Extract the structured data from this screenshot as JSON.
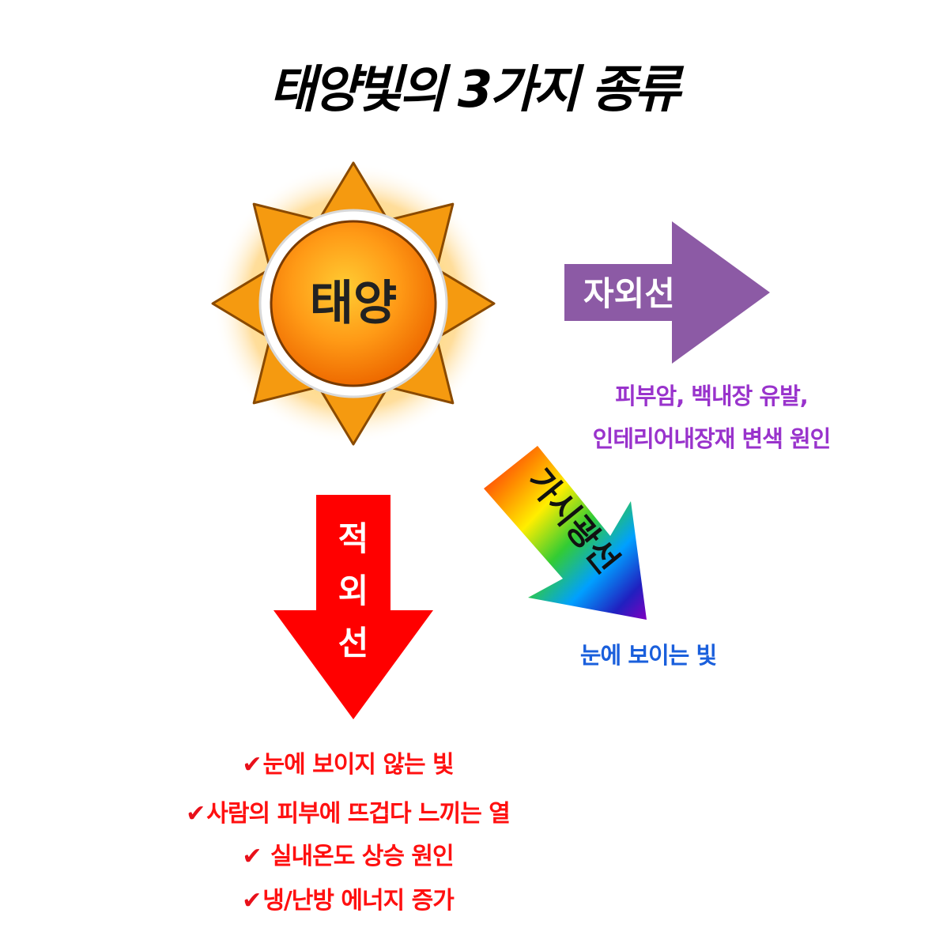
{
  "title": "태양빛의 3가지 종류",
  "sun": {
    "label": "태양"
  },
  "uv": {
    "label": "자외선",
    "desc_lines": [
      "피부암, 백내장 유발,",
      "인테리어내장재 변색 원인"
    ],
    "color": "#8c5aa5",
    "text_color": "#9933cc"
  },
  "visible": {
    "label": "가시광선",
    "desc": "눈에 보이는 빛",
    "text_color": "#1a5fdc"
  },
  "ir": {
    "label_chars": [
      "적",
      "외",
      "선"
    ],
    "items": [
      "눈에 보이지 않는 빛",
      "사람의 피부에 뜨겁다 느끼는 열",
      " 실내온도 상승 원인",
      "냉/난방 에너지 증가"
    ],
    "color": "#ff0000",
    "check_icon": "checkmark-icon"
  }
}
